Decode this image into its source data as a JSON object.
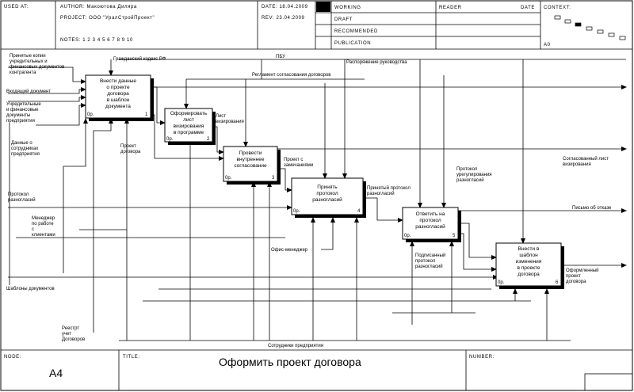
{
  "header": {
    "used_at": "USED AT:",
    "author": "AUTHOR:  Макоютова Диляра",
    "project": "PROJECT:  ООО \"УралСтройПроект\"",
    "notes": "NOTES:  1  2  3  4  5  6  7  8  9  10",
    "date": "DATE:  18.04.2009",
    "rev": "REV:   23.04.2009",
    "working": "WORKING",
    "draft": "DRAFT",
    "recommended": "RECOMMENDED",
    "publication": "PUBLICATION",
    "reader": "READER",
    "date2": "DATE",
    "context": "CONTEXT:",
    "context_node": "A0"
  },
  "footer": {
    "node_label": "NODE:",
    "node_value": "A4",
    "title_label": "TITLE:",
    "title_value": "Оформить проект договора",
    "number_label": "NUMBER:"
  },
  "activities": [
    {
      "lines": [
        "Внести данные",
        "о проекте",
        "договора",
        "в шаблон",
        "документа"
      ],
      "num": "1",
      "cost": "0р."
    },
    {
      "lines": [
        "Оформировать",
        "лист",
        "визирования",
        "в программе"
      ],
      "num": "2",
      "cost": "0р."
    },
    {
      "lines": [
        "Провести",
        "внутреннее",
        "согласование"
      ],
      "num": "3",
      "cost": "0р."
    },
    {
      "lines": [
        "Принять",
        "протокол",
        "разногласий"
      ],
      "num": "4",
      "cost": "0р."
    },
    {
      "lines": [
        "Ответить на",
        "протокол",
        "разногласий"
      ],
      "num": "5",
      "cost": "0р."
    },
    {
      "lines": [
        "Внести в",
        "шаблон",
        "изменения",
        "в проекте",
        "договора"
      ],
      "num": "6",
      "cost": "0р."
    }
  ],
  "labels": {
    "in_copies": [
      "Принятые копии",
      "учредительных  и",
      "финансовых документов",
      "контрагента"
    ],
    "in_doc": [
      "Входящий документ"
    ],
    "in_founding": [
      "Учредительные",
      "и финансовые",
      "документы",
      "предприятия"
    ],
    "in_staff": [
      "Данные о",
      "сотрудниках",
      "предприятия"
    ],
    "in_protocol": [
      "Протокол",
      "разногласий"
    ],
    "in_templates": [
      "Шаблоны документов"
    ],
    "ctl_civil": [
      "Гражданский кодекс РФ"
    ],
    "ctl_pbu": [
      "ПБУ"
    ],
    "ctl_mgmt": [
      "Распоряжение руководства"
    ],
    "ctl_reglament": [
      "Регламент согласования договоров"
    ],
    "m_manager": [
      "Менеджер",
      "по работе",
      "с",
      "клиентами"
    ],
    "m_office": [
      "Офис-менеджер"
    ],
    "m_register": [
      "Реестрт",
      "учет",
      "Договоров"
    ],
    "m_staff": [
      "Сотрудники предприятия"
    ],
    "o_visa": [
      "Лист",
      "визирования"
    ],
    "o_draft": [
      "Проект",
      "договора"
    ],
    "o_remarks": [
      "Проект с",
      "замечаниями"
    ],
    "o_accepted": [
      "Принятый протокол",
      "разногласий"
    ],
    "o_signed": [
      "Подписанный",
      "протокол",
      "разногласий"
    ],
    "o_settle": [
      "Протокол",
      "урегулирования",
      "разногласий"
    ],
    "out_visa": [
      "Согласованный лист",
      "визирования"
    ],
    "out_letter": [
      "Письмо об отказе"
    ],
    "out_final": [
      "Оформленный",
      "проект",
      "договора"
    ]
  }
}
